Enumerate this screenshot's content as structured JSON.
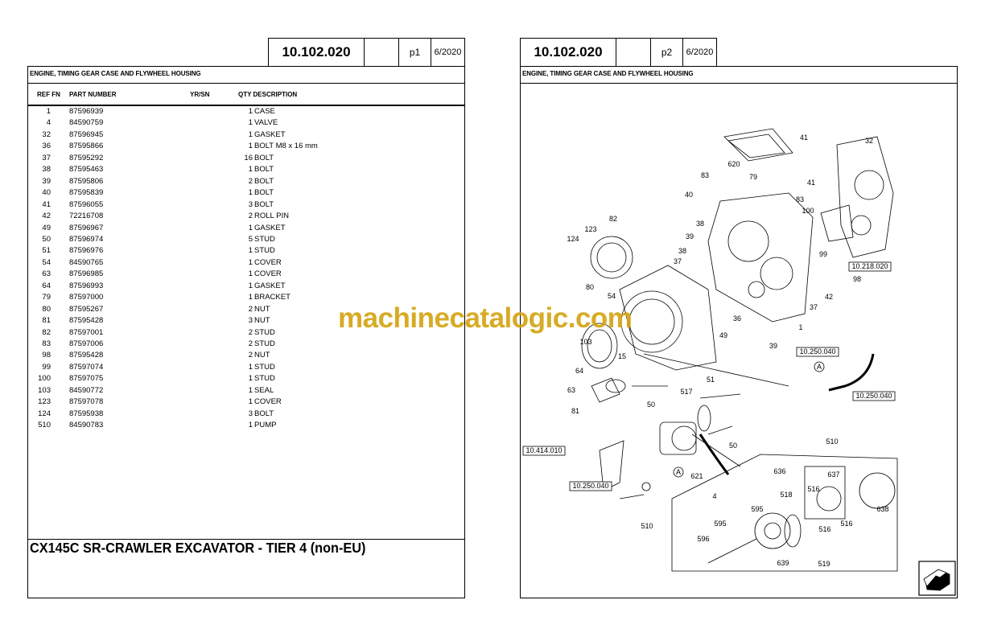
{
  "left_page": {
    "section_code": "10.102.020",
    "page": "p1",
    "date": "6/2020",
    "section_title": "ENGINE, TIMING GEAR CASE AND FLYWHEEL HOUSING",
    "columns": {
      "ref": "REF FN",
      "part_number": "PART NUMBER",
      "yrsn": "YR/SN",
      "qty_desc": "QTY DESCRIPTION"
    },
    "rows": [
      {
        "ref": "1",
        "pn": "87596939",
        "qty": "1",
        "desc": "CASE"
      },
      {
        "ref": "4",
        "pn": "84590759",
        "qty": "1",
        "desc": "VALVE"
      },
      {
        "ref": "32",
        "pn": "87596945",
        "qty": "1",
        "desc": "GASKET"
      },
      {
        "ref": "36",
        "pn": "87595866",
        "qty": "1",
        "desc": "BOLT M8 x 16 mm"
      },
      {
        "ref": "37",
        "pn": "87595292",
        "qty": "16",
        "desc": "BOLT"
      },
      {
        "ref": "38",
        "pn": "87595463",
        "qty": "1",
        "desc": "BOLT"
      },
      {
        "ref": "39",
        "pn": "87595806",
        "qty": "2",
        "desc": "BOLT"
      },
      {
        "ref": "40",
        "pn": "87595839",
        "qty": "1",
        "desc": "BOLT"
      },
      {
        "ref": "41",
        "pn": "87596055",
        "qty": "3",
        "desc": "BOLT"
      },
      {
        "ref": "42",
        "pn": "72216708",
        "qty": "2",
        "desc": "ROLL PIN"
      },
      {
        "ref": "49",
        "pn": "87596967",
        "qty": "1",
        "desc": "GASKET"
      },
      {
        "ref": "50",
        "pn": "87596974",
        "qty": "5",
        "desc": "STUD"
      },
      {
        "ref": "51",
        "pn": "87596976",
        "qty": "1",
        "desc": "STUD"
      },
      {
        "ref": "54",
        "pn": "84590765",
        "qty": "1",
        "desc": "COVER"
      },
      {
        "ref": "63",
        "pn": "87596985",
        "qty": "1",
        "desc": "COVER"
      },
      {
        "ref": "64",
        "pn": "87596993",
        "qty": "1",
        "desc": "GASKET"
      },
      {
        "ref": "79",
        "pn": "87597000",
        "qty": "1",
        "desc": "BRACKET"
      },
      {
        "ref": "80",
        "pn": "87595267",
        "qty": "2",
        "desc": "NUT"
      },
      {
        "ref": "81",
        "pn": "87595428",
        "qty": "3",
        "desc": "NUT"
      },
      {
        "ref": "82",
        "pn": "87597001",
        "qty": "2",
        "desc": "STUD"
      },
      {
        "ref": "83",
        "pn": "87597006",
        "qty": "2",
        "desc": "STUD"
      },
      {
        "ref": "98",
        "pn": "87595428",
        "qty": "2",
        "desc": "NUT"
      },
      {
        "ref": "99",
        "pn": "87597074",
        "qty": "1",
        "desc": "STUD"
      },
      {
        "ref": "100",
        "pn": "87597075",
        "qty": "1",
        "desc": "STUD"
      },
      {
        "ref": "103",
        "pn": "84590772",
        "qty": "1",
        "desc": "SEAL"
      },
      {
        "ref": "123",
        "pn": "87597078",
        "qty": "1",
        "desc": "COVER"
      },
      {
        "ref": "124",
        "pn": "87595938",
        "qty": "3",
        "desc": "BOLT"
      },
      {
        "ref": "510",
        "pn": "84590783",
        "qty": "1",
        "desc": "PUMP"
      }
    ],
    "model_title": "CX145C SR-CRAWLER EXCAVATOR - TIER 4 (non-EU)"
  },
  "right_page": {
    "section_code": "10.102.020",
    "page": "p2",
    "date": "6/2020",
    "section_title": "ENGINE, TIMING GEAR CASE AND FLYWHEEL HOUSING",
    "callouts": [
      "41",
      "32",
      "620",
      "79",
      "83",
      "41",
      "83",
      "40",
      "100",
      "38",
      "82",
      "123",
      "39",
      "124",
      "38",
      "37",
      "99",
      "98",
      "42",
      "80",
      "54",
      "36",
      "37",
      "49",
      "1",
      "103",
      "39",
      "15",
      "51",
      "64",
      "517",
      "63",
      "50",
      "81",
      "50",
      "510",
      "636",
      "637",
      "621",
      "516",
      "4",
      "518",
      "595",
      "638",
      "595",
      "516",
      "516",
      "510",
      "596",
      "639",
      "519"
    ],
    "references": [
      "10.218.020",
      "10.250.040",
      "10.250.040",
      "10.414.010",
      "10.250.040"
    ],
    "markers": [
      "A",
      "A"
    ],
    "nav_icon": "next-page-arrow-icon"
  },
  "watermark": "machinecatalogic.com"
}
